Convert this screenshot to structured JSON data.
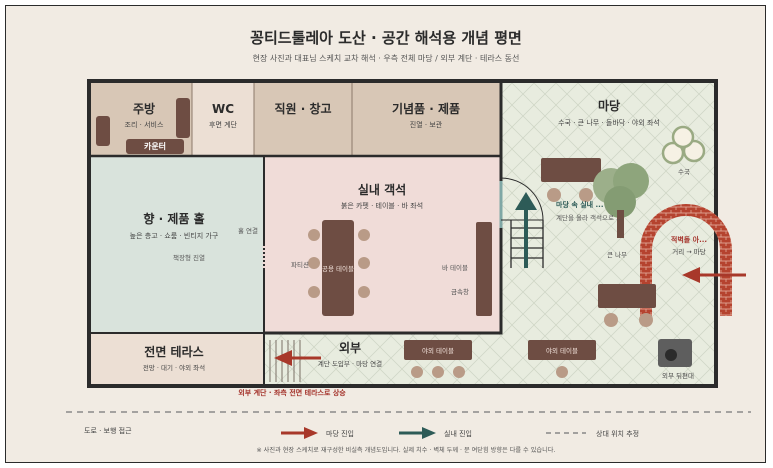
{
  "title": "꽁티드툴레아 도산 · 공간 해석용 개념 평면",
  "subtitle": "현장 사진과 대표님 스케치 교차 해석 · 우측 전체 마당 / 외부 계단 · 테라스 동선",
  "rooms": {
    "kitchen": {
      "name": "주방",
      "desc": "조리 · 서비스",
      "counter": "카운터"
    },
    "wc": {
      "name": "WC",
      "desc": "후면 계단"
    },
    "staff": {
      "name": "직원 · 창고"
    },
    "souvenir": {
      "name": "기념품 · 제품",
      "desc": "진열 · 보관"
    },
    "hall": {
      "name": "향 · 제품 홀",
      "desc": "높은 층고 · 쇼룸 · 빈티지 가구",
      "shelf": "책장형 진열",
      "link": "홀 연결"
    },
    "indoor": {
      "name": "실내 객석",
      "desc": "붉은 카펫 · 테이블 · 바 좌석",
      "partition": "파티션",
      "shared_table": "공용 테이블",
      "bar_table": "바 테이블",
      "metal_window": "금속창"
    },
    "yard": {
      "name": "마당",
      "desc": "수국 · 큰 나무 · 돌바닥 · 야외 좌석",
      "hydrangea": "수국",
      "inner_note": "마당 속 실내 ...",
      "stairs_note": "계단을 올라 객석으로 ...",
      "big_tree": "큰 나무",
      "brick_arch": "적벽돌 아...",
      "brick_arch_desc": "거리 → 마당",
      "back_door": "외부 뒤편대"
    },
    "terrace": {
      "name": "전면 테라스",
      "desc": "전망 · 대기 · 야외 좌석"
    },
    "outside": {
      "name": "외부",
      "desc": "계단 도입부 · 마당 연결",
      "outdoor_table": "야외 테이블"
    }
  },
  "terrace_note": "외부 계단 · 좌측 전면 테라스로 상승",
  "road_label": "도로 · 보행 접근",
  "legend": {
    "yard_entry": "마당 진입",
    "indoor_entry": "실내 진입",
    "estimate": "상대 위치 추정"
  },
  "footnote": "※ 사진과 현장 스케치로 재구성한 비실측 개념도입니다. 실제 치수 · 벽체 두께 · 문 여닫힘 방향은 다를 수 있습니다.",
  "colors": {
    "background": "#f1ebe3",
    "wall": "#2b2b2b",
    "tan_room": "#d8c7b6",
    "hall": "#d9e3dc",
    "indoor": "#f0dcd8",
    "yard": "#e8ecdf",
    "furniture": "#6e4d43",
    "brick": "#b5432f",
    "red_arrow": "#a8382a",
    "teal_arrow": "#2d5b57",
    "tree": "#8ea57c",
    "accent_text": "#a4322a"
  }
}
